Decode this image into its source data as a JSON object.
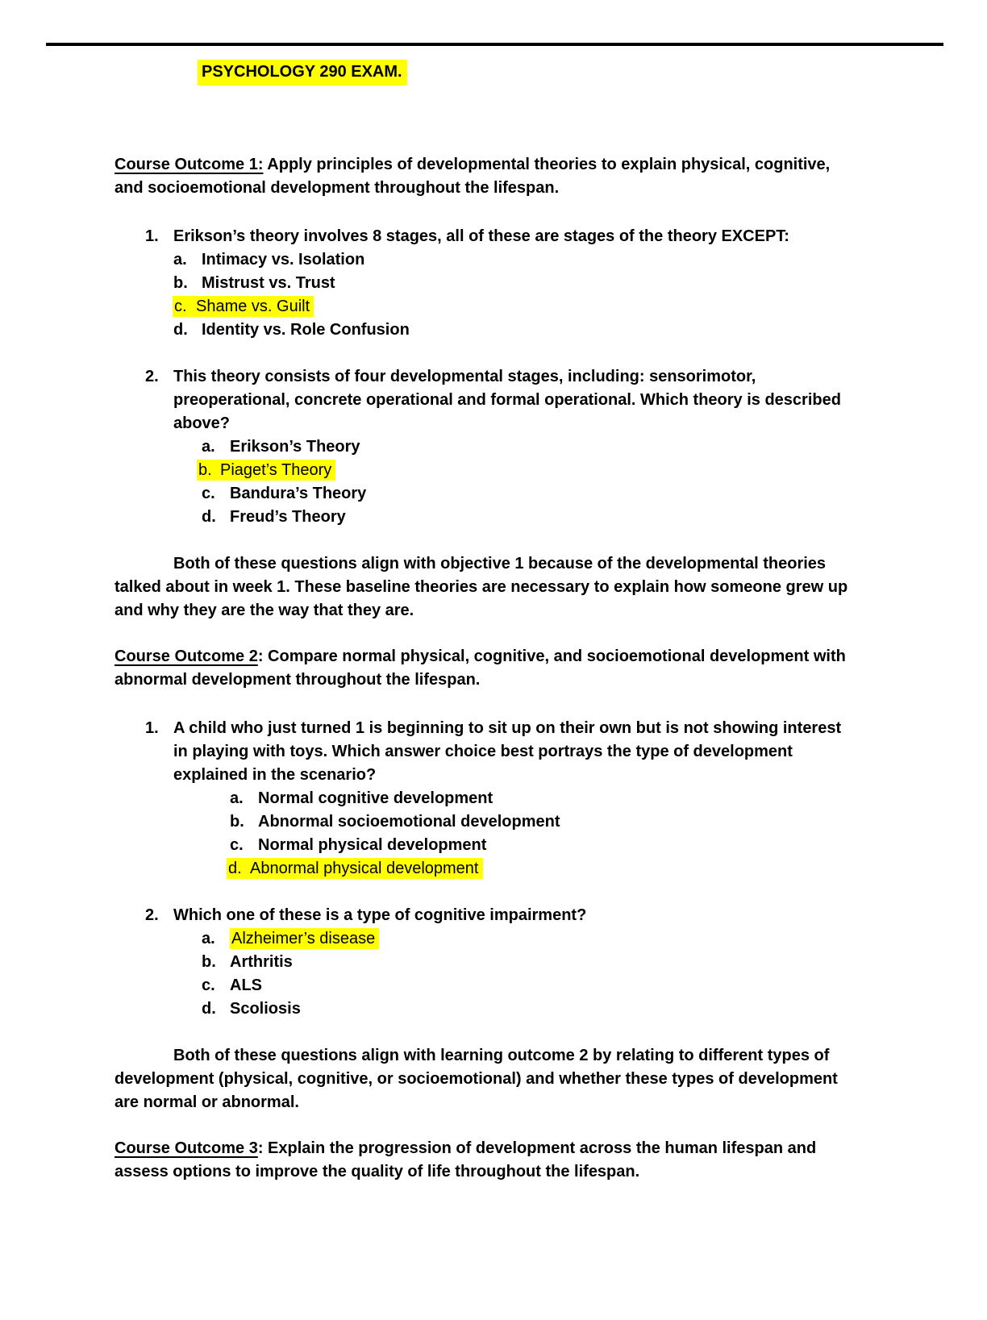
{
  "colors": {
    "highlight": "#ffff00",
    "text": "#000000",
    "background": "#ffffff"
  },
  "title": "PSYCHOLOGY 290 EXAM.",
  "sections": [
    {
      "heading": {
        "label": "Course Outcome 1:",
        "description": " Apply principles of developmental theories to explain physical, cognitive,\nand socioemotional development throughout the lifespan."
      },
      "questions": [
        {
          "number": "1.",
          "text": "Erikson’s theory involves 8 stages, all of these are stages of the theory EXCEPT:",
          "options": [
            {
              "marker": "a.",
              "text": "Intimacy vs. Isolation",
              "highlighted": false
            },
            {
              "marker": "b.",
              "text": "Mistrust vs. Trust",
              "highlighted": false
            },
            {
              "marker": "c.",
              "text": "Shame vs. Guilt",
              "highlighted": true
            },
            {
              "marker": "d.",
              "text": "Identity vs. Role Confusion",
              "highlighted": false
            }
          ]
        },
        {
          "number": "2.",
          "text": "This theory consists of four developmental stages, including: sensorimotor,\npreoperational, concrete operational and formal operational. Which theory is described\nabove?",
          "options": [
            {
              "marker": "a.",
              "text": "Erikson’s Theory",
              "highlighted": false
            },
            {
              "marker": "b.",
              "text": "Piaget’s Theory",
              "highlighted": true
            },
            {
              "marker": "c.",
              "text": "Bandura’s Theory",
              "highlighted": false
            },
            {
              "marker": "d.",
              "text": "Freud’s Theory",
              "highlighted": false
            }
          ]
        }
      ],
      "summary": "Both of these questions align with objective 1 because of the developmental theories\ntalked about in week 1. These baseline theories are necessary to explain how someone grew up\nand why they are the way that they are."
    },
    {
      "heading": {
        "label": "Course Outcome 2",
        "description": ": Compare normal physical, cognitive, and socioemotional development with\nabnormal development throughout the lifespan."
      },
      "questions": [
        {
          "number": "1.",
          "text": "A child who just turned 1 is beginning to sit up on their own but is not showing interest\nin playing with toys. Which answer choice best portrays the type of development\nexplained in the scenario?",
          "options": [
            {
              "marker": "a.",
              "text": "Normal cognitive development",
              "highlighted": false
            },
            {
              "marker": "b.",
              "text": "Abnormal socioemotional development",
              "highlighted": false
            },
            {
              "marker": "c.",
              "text": "Normal physical  development",
              "highlighted": false
            },
            {
              "marker": "d.",
              "text": "Abnormal physical development",
              "highlighted": true
            }
          ]
        },
        {
          "number": "2.",
          "text": "Which one of these is a type of cognitive impairment?",
          "options": [
            {
              "marker": "a.",
              "text": "Alzheimer’s disease",
              "highlighted": true,
              "highlight_text_only": true
            },
            {
              "marker": "b.",
              "text": "Arthritis",
              "highlighted": false
            },
            {
              "marker": "c.",
              "text": "ALS",
              "highlighted": false
            },
            {
              "marker": "d.",
              "text": "Scoliosis",
              "highlighted": false
            }
          ]
        }
      ],
      "summary": "Both of these questions align with learning outcome 2 by relating to different types of\ndevelopment (physical, cognitive, or socioemotional) and whether these types of development\nare normal or abnormal."
    },
    {
      "heading": {
        "label": "Course Outcome 3",
        "description": ": Explain the progression of development across the human lifespan and\nassess options to improve the quality of life throughout the lifespan."
      }
    }
  ]
}
